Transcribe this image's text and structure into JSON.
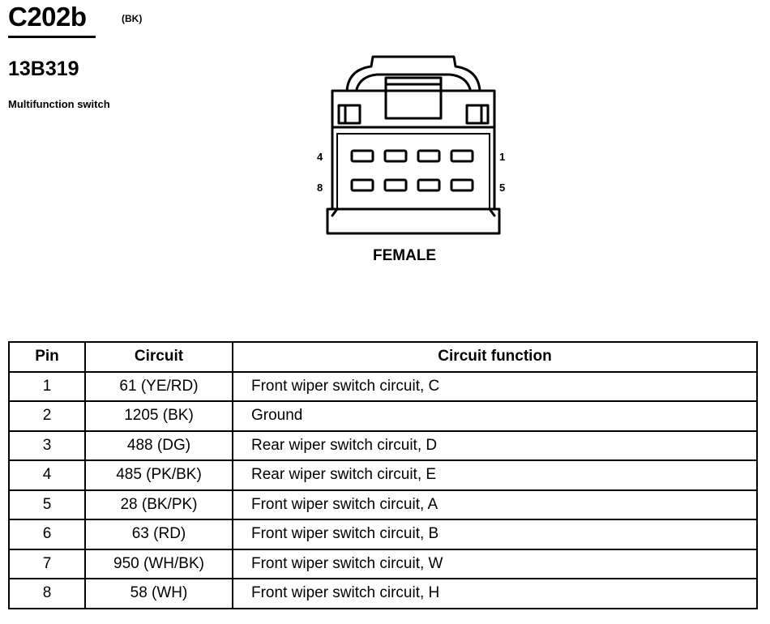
{
  "connector": {
    "id": "C202b",
    "color_code": "(BK)",
    "part_number": "13B319",
    "description": "Multifunction switch",
    "gender": "FEMALE",
    "cavity_labels": {
      "top_left": "4",
      "top_right": "1",
      "bottom_left": "8",
      "bottom_right": "5"
    }
  },
  "table": {
    "headers": [
      "Pin",
      "Circuit",
      "Circuit function"
    ],
    "rows": [
      {
        "pin": "1",
        "circuit": "61 (YE/RD)",
        "function": "Front wiper switch circuit, C"
      },
      {
        "pin": "2",
        "circuit": "1205 (BK)",
        "function": "Ground"
      },
      {
        "pin": "3",
        "circuit": "488 (DG)",
        "function": "Rear wiper switch circuit, D"
      },
      {
        "pin": "4",
        "circuit": "485 (PK/BK)",
        "function": "Rear wiper switch circuit, E"
      },
      {
        "pin": "5",
        "circuit": "28 (BK/PK)",
        "function": "Front wiper switch circuit, A"
      },
      {
        "pin": "6",
        "circuit": "63 (RD)",
        "function": "Front wiper switch circuit, B"
      },
      {
        "pin": "7",
        "circuit": "950 (WH/BK)",
        "function": "Front wiper switch circuit, W"
      },
      {
        "pin": "8",
        "circuit": "58 (WH)",
        "function": "Front wiper switch circuit, H"
      }
    ]
  }
}
